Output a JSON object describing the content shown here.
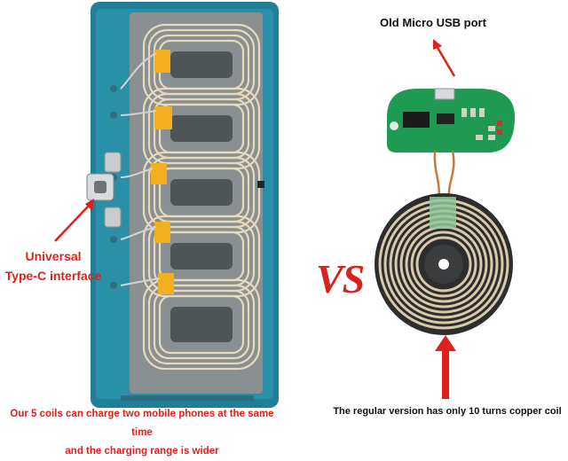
{
  "left": {
    "label_line1": "Universal",
    "label_line2": "Type-C interface",
    "caption_line1": "Our 5 coils can charge two mobile phones at the same time",
    "caption_line2": "and the charging range is wider"
  },
  "right": {
    "port_label": "Old Micro USB port",
    "caption": "The regular version has only 10 turns copper coil"
  },
  "vs_text": "VS",
  "colors": {
    "accent_red": "#e0201b",
    "board_blue": "#1f7f96",
    "pcb_green": "#1e9a52",
    "copper": "#d9c8aa"
  }
}
